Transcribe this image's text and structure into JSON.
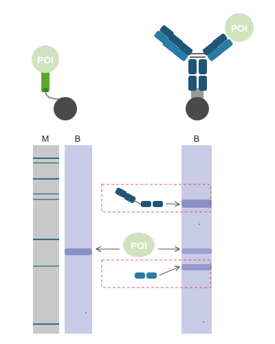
{
  "labels": {
    "poi": "POI",
    "lane_marker": "M",
    "lane_b_left": "B",
    "lane_b_right": "B"
  },
  "colors": {
    "poi_fill": "#cfe3bf",
    "poi_text": "#ffffff",
    "linker_green": "#5aa832",
    "bead": "#4a4a4c",
    "antibody_dark": "#1f5577",
    "antibody_light": "#2a7ba5",
    "gel_marker_lane": "#c8c8c8",
    "gel_lane": "#c9cbe6",
    "band": "#7f86c2",
    "marker_band": "#2c6b85",
    "dashed_box": "#d9536a"
  },
  "icons": {
    "poi_bubble": "poi-bubble-icon",
    "bead": "bead-icon",
    "antibody": "antibody-icon",
    "heavy_chain": "heavy-chain-icon",
    "light_chain": "light-chain-icon"
  }
}
